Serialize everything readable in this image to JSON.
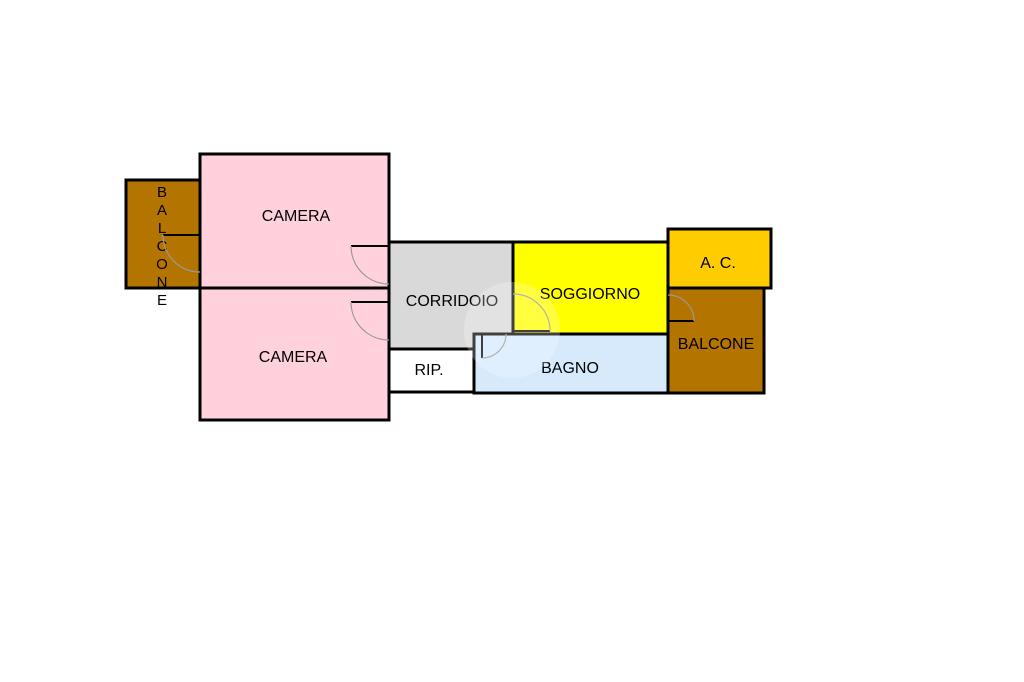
{
  "floorplan": {
    "rooms": {
      "balcone_left": {
        "label": "BALCONE",
        "color": "#b47400"
      },
      "camera_top": {
        "label": "CAMERA",
        "color": "#ffd1dc"
      },
      "camera_bottom": {
        "label": "CAMERA",
        "color": "#ffd1dc"
      },
      "corridoio": {
        "label": "CORRIDOIO",
        "color": "#d9d9d9"
      },
      "rip": {
        "label": "RIP.",
        "color": "#ffffff"
      },
      "soggiorno": {
        "label": "SOGGIORNO",
        "color": "#ffff00"
      },
      "bagno": {
        "label": "BAGNO",
        "color": "#d6eafc"
      },
      "ac": {
        "label": "A. C.",
        "color": "#ffcc00"
      },
      "balcone_right": {
        "label": "BALCONE",
        "color": "#b47400"
      }
    }
  }
}
